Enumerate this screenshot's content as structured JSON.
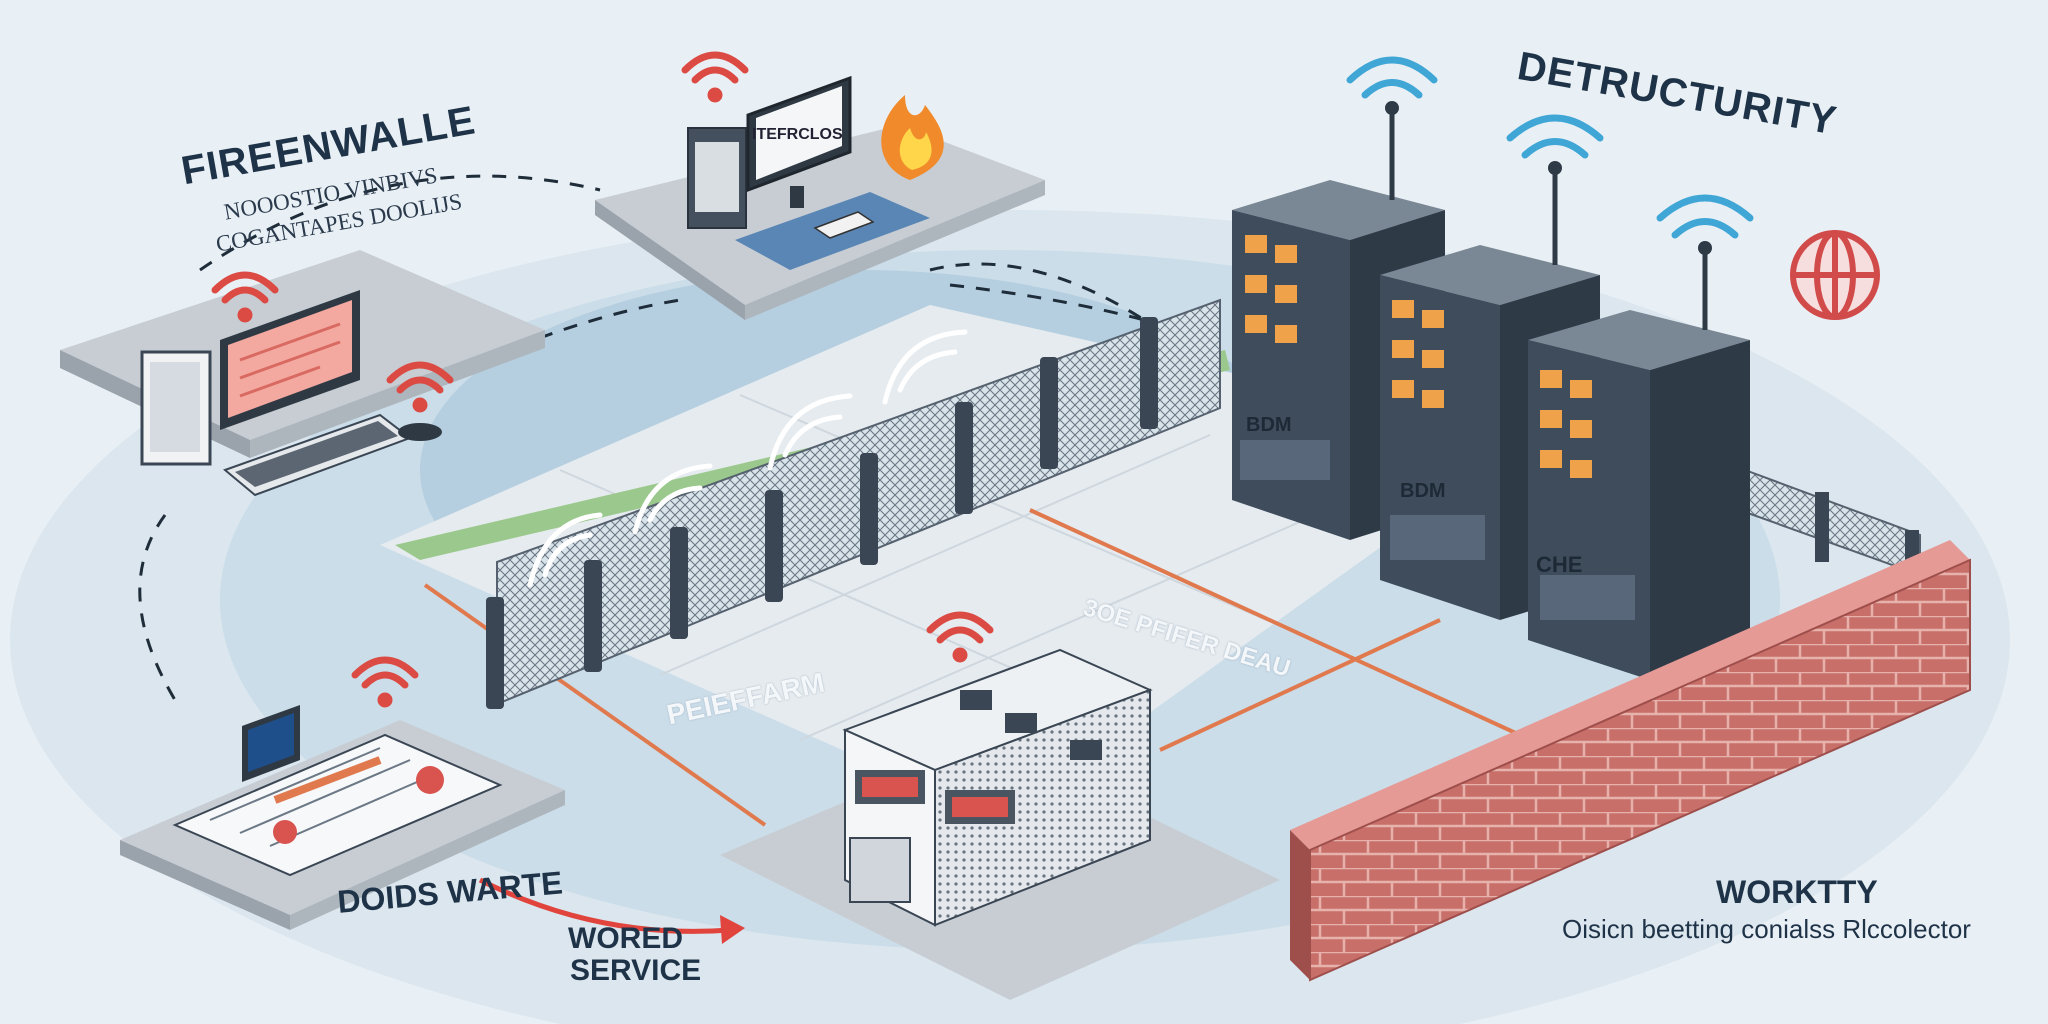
{
  "labels": {
    "firewall_title": "FIREENWALLE",
    "firewall_sub_line1": "NOOOSTIO VINBIVS",
    "firewall_sub_line2": "COGANTAPES DOOLIJS",
    "destructurity_title": "DETRUCTURITY",
    "monitor_text": "ITEFRCLOS",
    "bdm_label_1": "BDM",
    "bdm_label_2": "BDM",
    "bdm_label_3": "CHE",
    "perimeter_text": "3OE PFIFER DEAU",
    "firefarm_text": "PEIEFFARM",
    "doors_label": "DOIDS WARTE",
    "wored_line1": "WORED",
    "wored_line2": "SERVICE",
    "workty_title": "WORKTTY",
    "collector_text": "Oisicn beetting conialss Rlccolector"
  },
  "icons": [
    "wifi-icon",
    "fire-icon",
    "globe-icon",
    "server-rack-icon",
    "desktop-computer-icon",
    "brick-wall-icon",
    "chain-link-fence-icon",
    "network-appliance-icon"
  ],
  "colors": {
    "background": "#e9f0f5",
    "ground_ring": "#c9dbe7",
    "platform": "#c7cdd3",
    "server_body": "#3e4c5c",
    "wifi_red": "#dc4b43",
    "wifi_blue": "#3fa6d6",
    "brick": "#c56c68",
    "connector_orange": "#e07a4e",
    "text_dark": "#1f3348"
  }
}
